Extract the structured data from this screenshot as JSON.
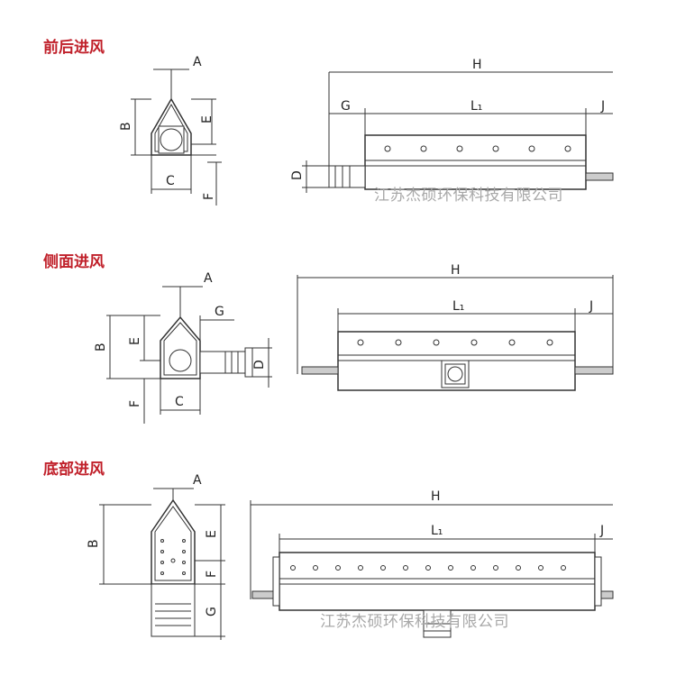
{
  "sections": [
    {
      "title": "前后进风"
    },
    {
      "title": "侧面进风"
    },
    {
      "title": "底部进风"
    }
  ],
  "labels": {
    "A": "A",
    "B": "B",
    "C": "C",
    "D": "D",
    "E": "E",
    "F": "F",
    "G": "G",
    "H": "H",
    "J": "J",
    "L1": "L₁"
  },
  "watermark": {
    "company": "江苏杰硕环保科技有限公司"
  }
}
